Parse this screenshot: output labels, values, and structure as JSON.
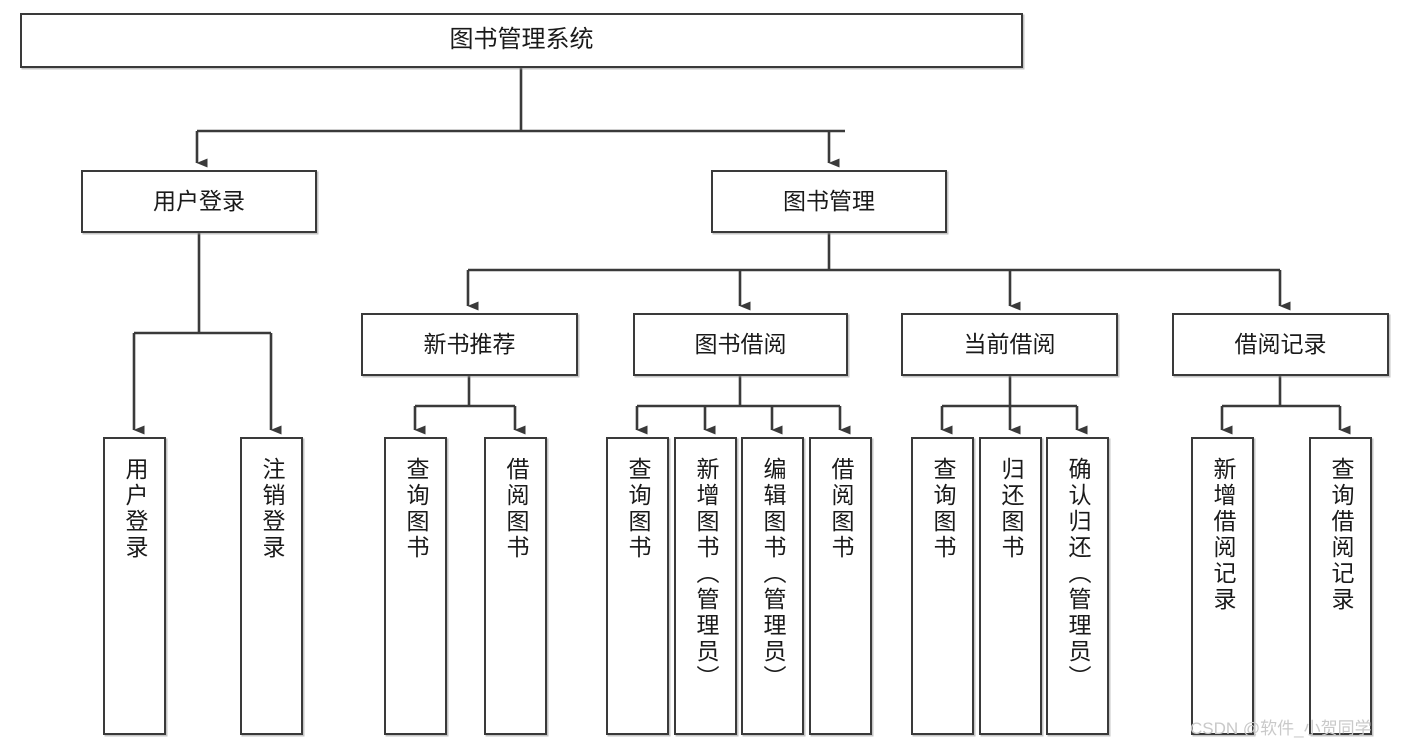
{
  "diagram": {
    "title": "图书管理系统",
    "watermark": "CSDN @软件_小贺同学",
    "colors": {
      "stroke": "#3a3a3a",
      "fill": "#ffffff",
      "text": "#1a1a1a",
      "watermark": "#c9c9c9"
    },
    "root": {
      "label": "图书管理系统"
    },
    "level2": [
      {
        "label": "用户登录"
      },
      {
        "label": "图书管理"
      }
    ],
    "level3": [
      {
        "label": "新书推荐"
      },
      {
        "label": "图书借阅"
      },
      {
        "label": "当前借阅"
      },
      {
        "label": "借阅记录"
      }
    ],
    "leaves": {
      "user_login": [
        {
          "label": "用户登录"
        },
        {
          "label": "注销登录"
        }
      ],
      "new_book": [
        {
          "label": "查询图书"
        },
        {
          "label": "借阅图书"
        }
      ],
      "book_borrow": [
        {
          "label": "查询图书"
        },
        {
          "label": "新增图书（管理员）"
        },
        {
          "label": "编辑图书（管理员）"
        },
        {
          "label": "借阅图书"
        }
      ],
      "current_borrow": [
        {
          "label": "查询图书"
        },
        {
          "label": "归还图书"
        },
        {
          "label": "确认归还（管理员）"
        }
      ],
      "borrow_record": [
        {
          "label": "新增借阅记录"
        },
        {
          "label": "查询借阅记录"
        }
      ]
    }
  }
}
